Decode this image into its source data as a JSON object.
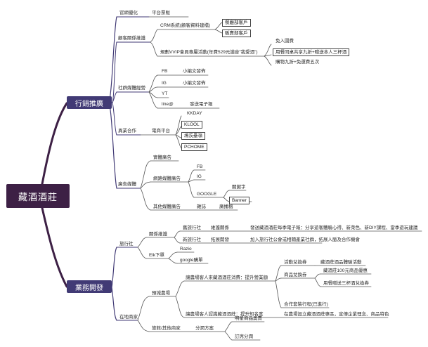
{
  "root": "藏酒酒莊",
  "branches": [
    {
      "label": "行銷推廣",
      "children": [
        {
          "label": "官網優化",
          "children": [
            {
              "label": "平台票販"
            }
          ]
        },
        {
          "label": "顧客關係維護",
          "children": [
            {
              "label": "CRM系統(顧客資料建檔)",
              "children": [
                {
                  "label": "餐廳部客戶"
                },
                {
                  "label": "販賣部客戶"
                }
              ]
            },
            {
              "label": "規劃VVIP會員專屬活動(年費529元諧音\"我愛酒\")",
              "children": [
                {
                  "label": "免入園費"
                },
                {
                  "label": "用餐同桌共享九折+贈送本人三杯酒"
                },
                {
                  "label": "購物九折+免運費五次"
                }
              ]
            }
          ]
        },
        {
          "label": "社群媒體經營",
          "children": [
            {
              "label": "FB",
              "children": [
                {
                  "label": "小編文發佈"
                }
              ]
            },
            {
              "label": "IG",
              "children": [
                {
                  "label": "小編文發佈"
                }
              ]
            },
            {
              "label": "YT"
            },
            {
              "label": "line@",
              "children": [
                {
                  "label": "發送電子報"
                }
              ]
            }
          ]
        },
        {
          "label": "異業合作",
          "children": [
            {
              "label": "電商平台",
              "children": [
                {
                  "label": "KKDAY"
                },
                {
                  "label": "KLOOL"
                },
                {
                  "label": "鳩茨壘嶺"
                },
                {
                  "label": "PCHOME"
                }
              ]
            }
          ]
        },
        {
          "label": "廣告媒體",
          "children": [
            {
              "label": "實體廣告"
            },
            {
              "label": "網路媒體廣告",
              "children": [
                {
                  "label": "FB"
                },
                {
                  "label": "IG"
                },
                {
                  "label": "GOOGLE",
                  "children": [
                    {
                      "label": "關鍵字"
                    },
                    {
                      "label": "Banner"
                    }
                  ]
                }
              ]
            },
            {
              "label": "其他媒體廣告",
              "children": [
                {
                  "label": "雜誌",
                  "children": [
                    {
                      "label": "廣播稿"
                    }
                  ]
                }
              ]
            }
          ]
        }
      ]
    },
    {
      "label": "業務開發",
      "children": [
        {
          "label": "旅行社",
          "children": [
            {
              "label": "關係維護",
              "children": [
                {
                  "label": "舊旅行社",
                  "children": [
                    {
                      "label": "維護關係",
                      "children": [
                        {
                          "label": "發送藏酒酒莊每季電子報：分享遊客體驗心得、新菜色、新DIY課程、當季遊玩建議"
                        }
                      ]
                    }
                  ]
                },
                {
                  "label": "新旅行社",
                  "children": [
                    {
                      "label": "拓展開發",
                      "children": [
                        {
                          "label": "加入旅行社公會或相關產業社群，拓展人脈及合作機會"
                        }
                      ]
                    }
                  ]
                }
              ]
            },
            {
              "label": "Elk下單",
              "children": [
                {
                  "label": "Razio"
                },
                {
                  "label": "google購單"
                }
              ]
            }
          ]
        },
        {
          "label": "在地商家",
          "children": [
            {
              "label": "預城農場",
              "children": [
                {
                  "label": "讓農場客人來藏酒酒莊消費：提升營業額",
                  "children": [
                    {
                      "label": "活動兌換券",
                      "children": [
                        {
                          "label": "藏酒莊酒品體驗活動"
                        }
                      ]
                    },
                    {
                      "label": "商品兌換券",
                      "children": [
                        {
                          "label": "藏酒莊100元商品優惠"
                        },
                        {
                          "label": "用餐贈送三杯酒兌換券"
                        }
                      ]
                    },
                    {
                      "label": "合作套裝行程(已進行)"
                    }
                  ]
                },
                {
                  "label": "讓農場客人認識藏酒酒莊：提升知名度",
                  "children": [
                    {
                      "label": "在農場設立藏酒酒莊專區，宣傳企業理念、商品特色"
                    }
                  ]
                }
              ]
            },
            {
              "label": "旅館/其他商家",
              "children": [
                {
                  "label": "分潤方案",
                  "children": [
                    {
                      "label": "明星商品奧賣"
                    },
                    {
                      "label": "訂席分潤"
                    }
                  ]
                }
              ]
            }
          ]
        }
      ]
    }
  ]
}
